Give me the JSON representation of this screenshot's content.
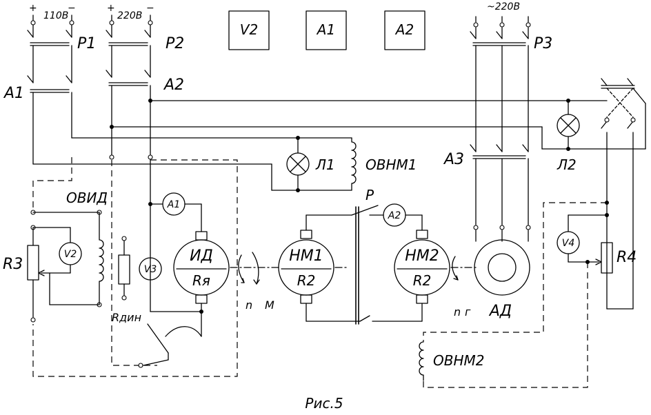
{
  "supply": {
    "dc110": "110В",
    "dc220": "220В",
    "ac220": "~220В",
    "plus": "+",
    "minus": "−"
  },
  "switches": {
    "p1": "Р1",
    "p2": "Р2",
    "p3": "Р3",
    "a1": "А1",
    "a2": "А2",
    "a3": "А3"
  },
  "meters": {
    "v2_box": "V2",
    "a1_box": "А1",
    "a2_box": "А2",
    "v2": "V2",
    "v3": "V3",
    "v4": "V4",
    "a1": "А1",
    "a2": "А2"
  },
  "lamps": {
    "l1": "Л1",
    "l2": "Л2"
  },
  "windings": {
    "ovnm1": "ОВНМ1",
    "ovnm2": "ОВНМ2",
    "ovid": "ОВИД"
  },
  "machines": {
    "id_top": "ИД",
    "id_bottom": "Rя",
    "nm1_top": "НМ1",
    "nm1_bottom": "R2",
    "nm2_top": "НМ2",
    "nm2_bottom": "R2",
    "ad": "АД"
  },
  "resistors": {
    "r3": "R3",
    "r4": "R4",
    "rdin": "Rдин"
  },
  "contact_p": "Р",
  "motion": {
    "n1": "n",
    "m": "M",
    "n2": "n",
    "g": "г"
  },
  "caption": "Рис.5"
}
